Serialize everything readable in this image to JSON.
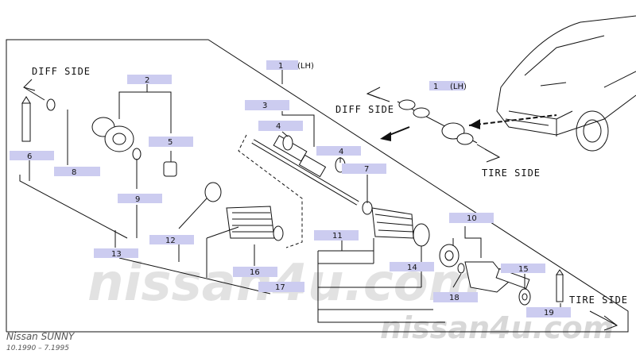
{
  "labels": {
    "main_part": "1",
    "lh": "(LH)",
    "inset_part": "1",
    "inset_lh": "(LH)",
    "p2": "2",
    "p3": "3",
    "p4a": "4",
    "p4b": "4",
    "p5": "5",
    "p6": "6",
    "p7": "7",
    "p8": "8",
    "p9": "9",
    "p10": "10",
    "p11": "11",
    "p12": "12",
    "p13": "13",
    "p14": "14",
    "p15": "15",
    "p16": "16",
    "p17": "17",
    "p18": "18",
    "p19": "19"
  },
  "sides": {
    "diff_left": "DIFF SIDE",
    "diff_inset": "DIFF SIDE",
    "tire_inset": "TIRE SIDE",
    "tire_right": "TIRE SIDE"
  },
  "watermark": {
    "center": "nissan4u.com",
    "bottom": "nissan4u.com"
  },
  "footer": {
    "model": "Nissan SUNNY",
    "dates": "10.1990  –  7.1995"
  },
  "colors": {
    "label_highlight": "#ccccf0",
    "line": "#111111",
    "watermark": "#d8d8d8"
  }
}
